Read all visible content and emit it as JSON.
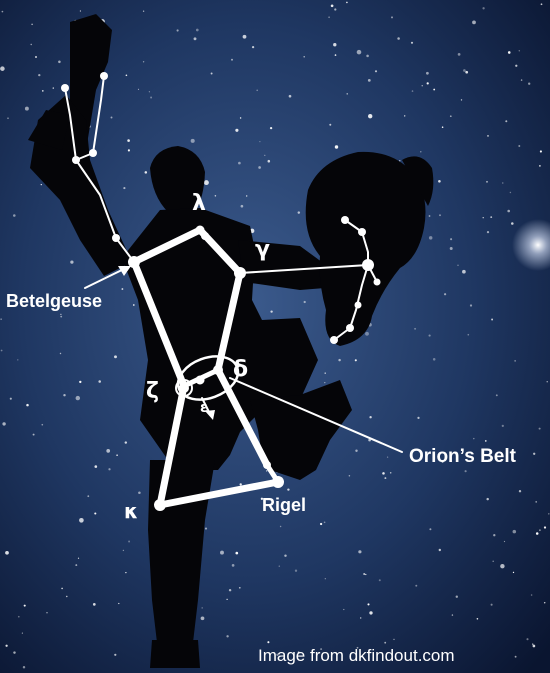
{
  "labels": {
    "betelgeuse": "Betelgeuse",
    "orions_belt": "Orion’s Belt",
    "rigel": "Rigel",
    "lambda": "λ",
    "gamma": "γ",
    "delta": "δ",
    "zeta": "ζ",
    "epsilon": "ε",
    "kappa": "κ"
  },
  "credit": "Image from dkfindout.com",
  "colors": {
    "sky_center": "#3b5a8c",
    "sky_edge": "#0a1530",
    "silhouette": "#050508",
    "lines": "#ffffff"
  }
}
